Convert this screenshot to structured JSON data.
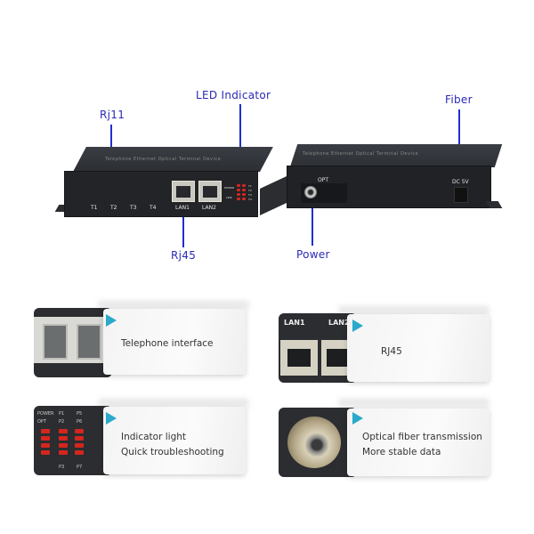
{
  "callouts": {
    "rj11": "Rj11",
    "led_indicator": "LED Indicator",
    "rj45": "Rj45",
    "fiber": "Fiber",
    "power": "Power"
  },
  "device_left": {
    "top_label": "Telephone Ethernet Optical Terminal Device",
    "phone_ports": [
      "T1",
      "T2",
      "T3",
      "T4"
    ],
    "lan_ports": [
      "LAN1",
      "LAN2"
    ],
    "led_labels": [
      "POWER",
      "LINK"
    ],
    "led_side_labels": [
      "T1",
      "T2",
      "T3",
      "T4"
    ]
  },
  "device_right": {
    "top_label": "Telephone Ethernet Optical Terminal Device",
    "opt_label": "OPT",
    "dc_label": "DC 5V"
  },
  "features": [
    {
      "lines": [
        "Telephone interface"
      ],
      "accent": "#2aa9c9"
    },
    {
      "lines": [
        "RJ45"
      ],
      "thumb_labels": [
        "LAN1",
        "LAN2"
      ],
      "accent": "#2aa9c9"
    },
    {
      "lines": [
        "Indicator light",
        "Quick troubleshooting"
      ],
      "thumb_labels": [
        "POWER",
        "P1",
        "P5",
        "OPT",
        "P2",
        "P6",
        "P3",
        "P7"
      ],
      "accent": "#2aa9c9"
    },
    {
      "lines": [
        "Optical fiber transmission",
        "More stable data"
      ],
      "accent": "#2aa9c9"
    }
  ]
}
